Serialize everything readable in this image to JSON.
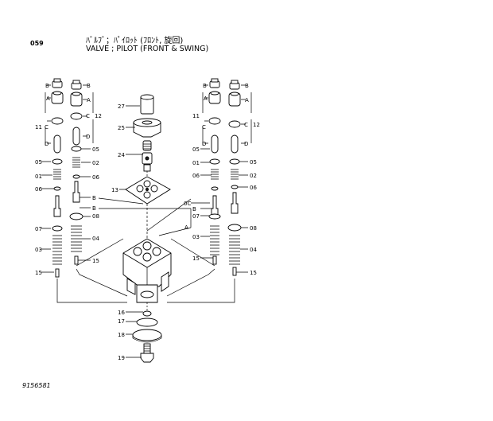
{
  "header": {
    "page_code": "059",
    "title_jp": "ﾊﾞﾙﾌﾞ；ﾊﾟｲﾛｯﾄ (ﾌﾛﾝﾄ, 旋回)",
    "title_en": "VALVE ; PILOT (FRONT & SWING)"
  },
  "footer": {
    "drawing_number": "9156581"
  },
  "callouts": {
    "left_B_top": "B",
    "left_A": "A",
    "left_11": "11",
    "left_C": "C",
    "left_D": "D",
    "left_05": "05",
    "left_01": "01",
    "left_06": "06",
    "left_07": "07",
    "left_03": "03",
    "left_15": "15",
    "lc_B_top": "B",
    "lc_A": "A",
    "lc_12": "12",
    "lc_C": "C",
    "lc_D": "D",
    "lc_05": "05",
    "lc_02": "02",
    "lc_06": "06",
    "lc_B1": "B",
    "lc_B2": "B",
    "lc_08": "08",
    "lc_04": "04",
    "lc_15": "15",
    "c_27": "27",
    "c_25": "25",
    "c_24": "24",
    "c_13": "13",
    "c_16": "16",
    "c_17": "17",
    "c_18": "18",
    "c_19": "19",
    "rc_B_top": "B",
    "rc_A": "A",
    "rc_11": "11",
    "rc_C": "C",
    "rc_D": "D",
    "rc_05": "05",
    "rc_01": "01",
    "rc_06": "06",
    "rc_0C": "0C",
    "rc_B": "B",
    "rc_A2": "A",
    "rc_07": "07",
    "rc_03": "03",
    "rc_15": "15",
    "r_B_top": "B",
    "r_A": "A",
    "r_12": "12",
    "r_C": "C",
    "r_D": "D",
    "r_05": "05",
    "r_02": "02",
    "r_06": "06",
    "r_08": "08",
    "r_04": "04",
    "r_15": "15"
  }
}
